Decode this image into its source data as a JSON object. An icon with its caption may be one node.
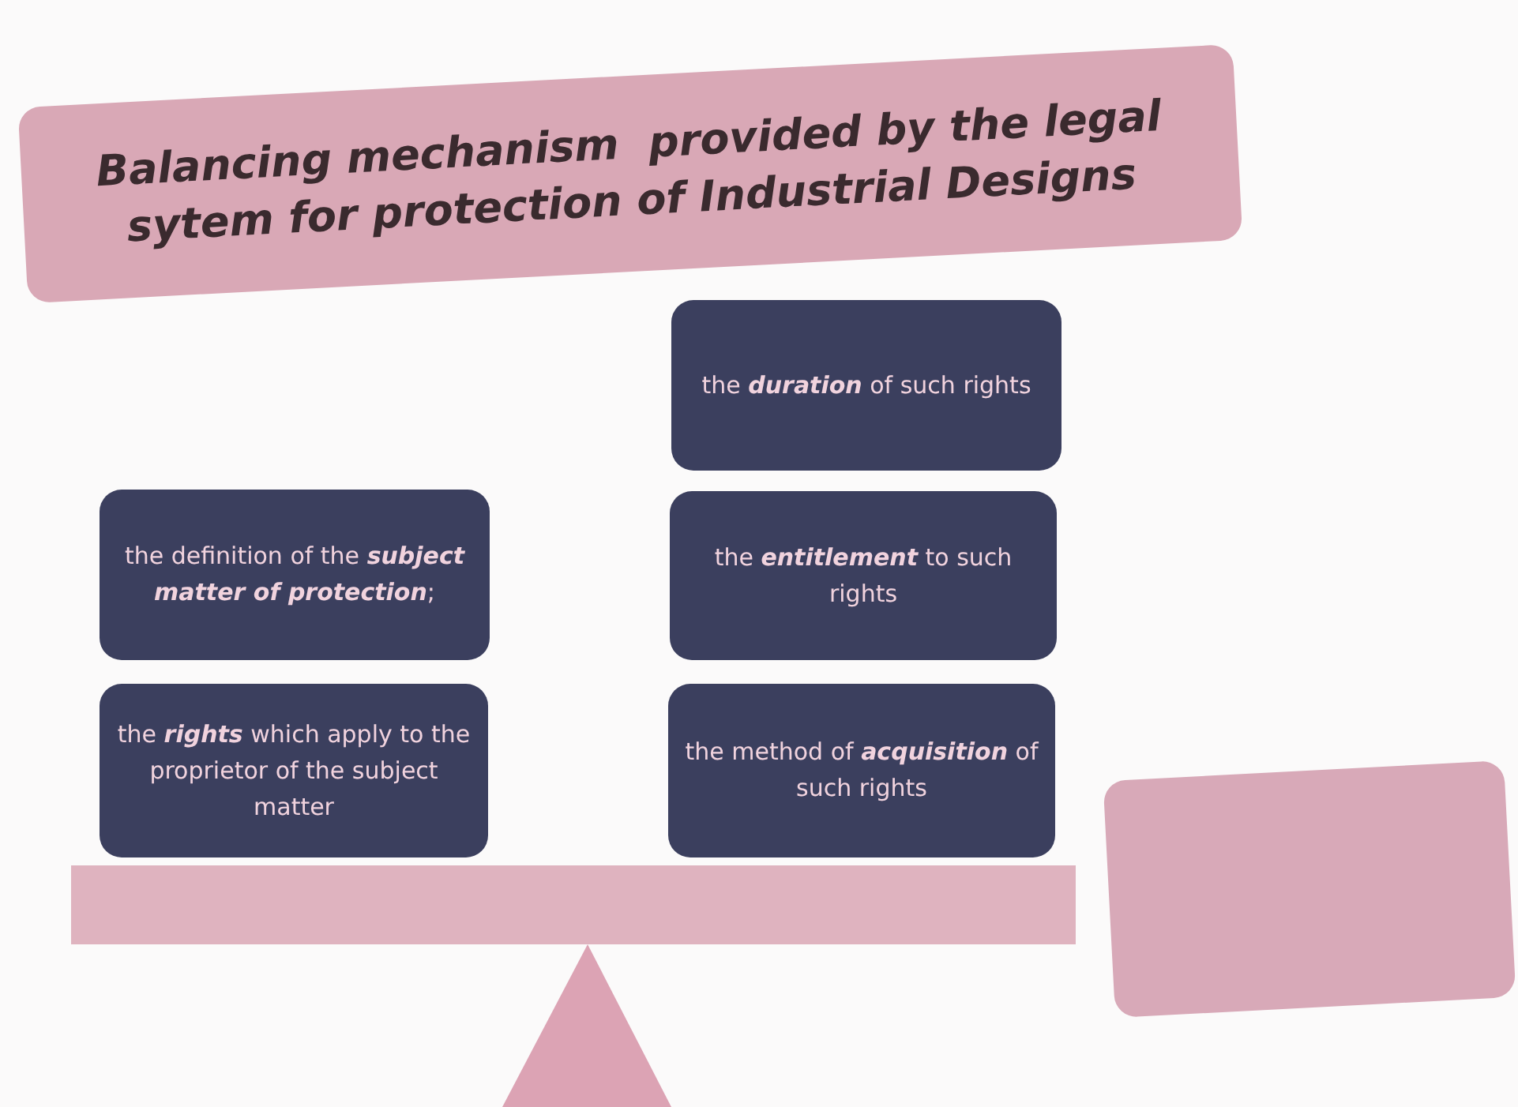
{
  "diagram": {
    "title": "Balancing mechanism  provided by the legal sytem for protection of Industrial Designs",
    "nodes": [
      {
        "text": [
          "the *duration* of such rights"
        ]
      },
      {
        "text": [
          "the definition of the *subject matter of protection*;"
        ]
      },
      {
        "text": [
          "the *entitlement* to such rights"
        ]
      },
      {
        "text": [
          "the *rights* which apply to the proprietor of the subject matter"
        ]
      },
      {
        "text": [
          "the method of *acquisition* of such rights"
        ]
      },
      {
        "text": [],
        "shape": "box"
      }
    ]
  }
}
